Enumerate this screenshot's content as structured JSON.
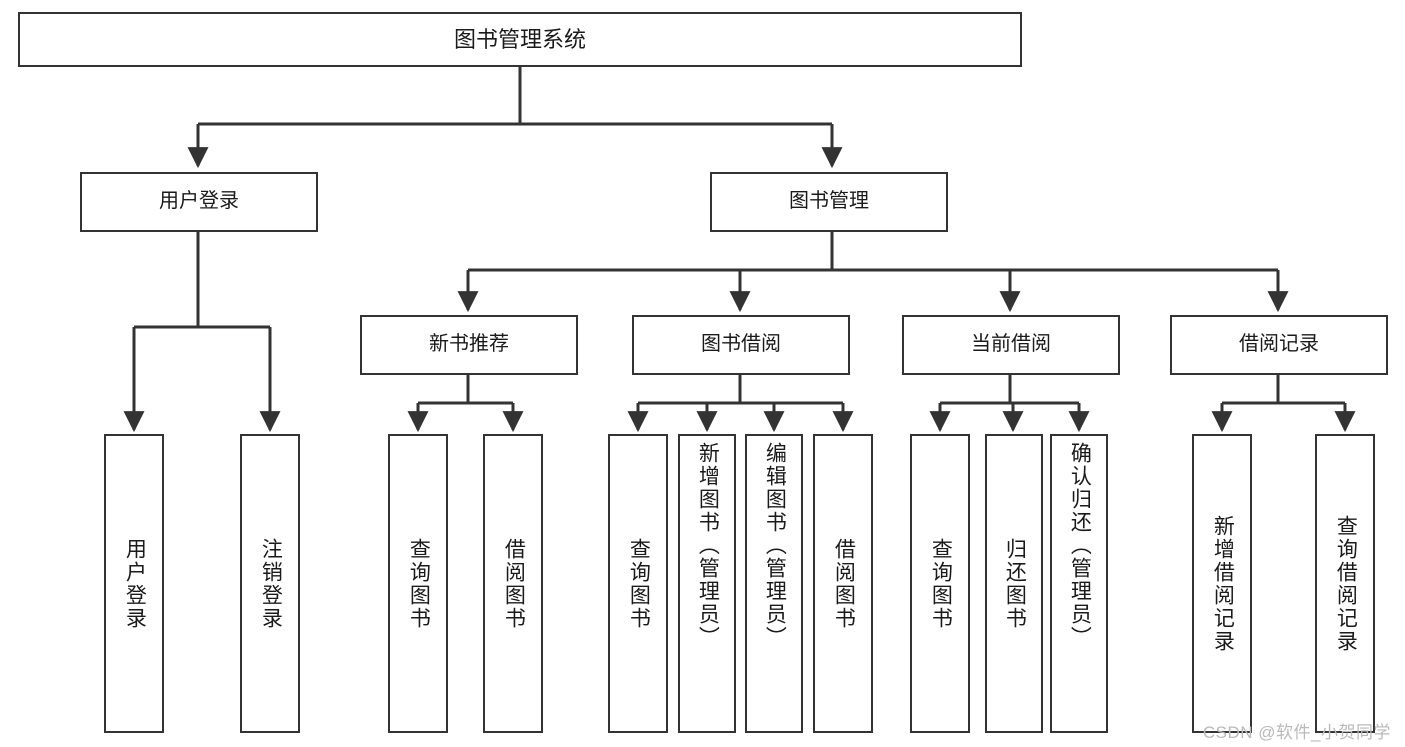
{
  "diagram": {
    "type": "tree",
    "title": "图书管理系统",
    "colors": {
      "box_border": "#333333",
      "box_fill": "#ffffff",
      "line": "#333333",
      "text": "#1a1a1a",
      "watermark": "#b9b9b9",
      "background": "#ffffff"
    },
    "root": {
      "label": "图书管理系统"
    },
    "level2": [
      {
        "label": "用户登录"
      },
      {
        "label": "图书管理"
      }
    ],
    "level3": [
      {
        "label": "新书推荐"
      },
      {
        "label": "图书借阅"
      },
      {
        "label": "当前借阅"
      },
      {
        "label": "借阅记录"
      }
    ],
    "leaves": [
      {
        "label": "用户登录",
        "parent": "用户登录"
      },
      {
        "label": "注销登录",
        "parent": "用户登录"
      },
      {
        "label": "查询图书",
        "parent": "新书推荐"
      },
      {
        "label": "借阅图书",
        "parent": "新书推荐"
      },
      {
        "label": "查询图书",
        "parent": "图书借阅"
      },
      {
        "label": "新增图书（管理员）",
        "parent": "图书借阅"
      },
      {
        "label": "编辑图书（管理员）",
        "parent": "图书借阅"
      },
      {
        "label": "借阅图书",
        "parent": "图书借阅"
      },
      {
        "label": "查询图书",
        "parent": "当前借阅"
      },
      {
        "label": "归还图书",
        "parent": "当前借阅"
      },
      {
        "label": "确认归还（管理员）",
        "parent": "当前借阅"
      },
      {
        "label": "新增借阅记录",
        "parent": "借阅记录"
      },
      {
        "label": "查询借阅记录",
        "parent": "借阅记录"
      }
    ]
  },
  "watermark": {
    "text": "CSDN @软件_小贺同学"
  }
}
